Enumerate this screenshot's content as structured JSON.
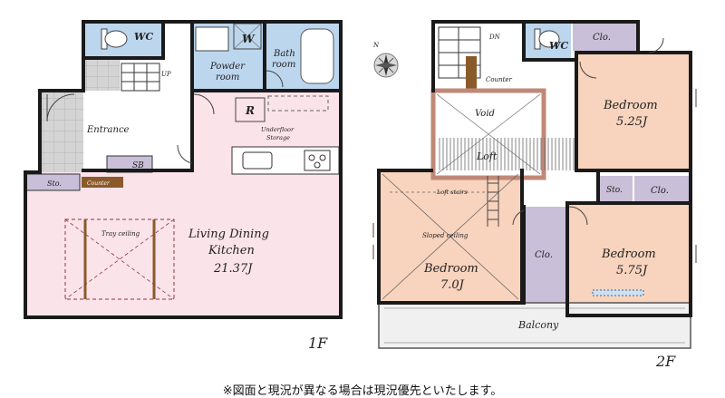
{
  "floor1": {
    "floor_label": "1F",
    "rooms": {
      "wc": "WC",
      "w": "W",
      "powder_room_1": "Powder",
      "powder_room_2": "room",
      "bath_room_1": "Bath",
      "bath_room_2": "room",
      "up": "UP",
      "entrance": "Entrance",
      "r": "R",
      "underfloor_1": "Underfloor",
      "underfloor_2": "Storage",
      "sb": "SB",
      "sto": "Sto.",
      "counter": "Counter",
      "tray_ceiling": "Tray ceiling",
      "ldk_1": "Living Dining",
      "ldk_2": "Kitchen",
      "ldk_size": "21.37J"
    }
  },
  "floor2": {
    "floor_label": "2F",
    "rooms": {
      "dn": "DN",
      "wc": "WC",
      "clo_top": "Clo.",
      "counter": "Counter",
      "void": "Void",
      "loft": "Loft",
      "bedroom_a": "Bedroom",
      "bedroom_a_size": "5.25J",
      "loft_stairs": "Loft stairs",
      "sloped_ceiling": "Sloped ceiling",
      "bedroom_b": "Bedroom",
      "bedroom_b_size": "7.0J",
      "clo_mid": "Clo.",
      "sto": "Sto.",
      "clo_right": "Clo.",
      "bedroom_c": "Bedroom",
      "bedroom_c_size": "5.75J",
      "balcony": "Balcony"
    }
  },
  "compass": {
    "north": "N"
  },
  "footnote": "※図面と現況が異なる場合は現況優先といたします。",
  "colors": {
    "ldk": "#fbe3ea",
    "bedroom": "#f8d3bd",
    "wet": "#bcd6ee",
    "closet": "#c9bfd8",
    "tile": "#d2d2d2",
    "counter": "#8b5a2b",
    "wall": "#1a1a1a"
  }
}
